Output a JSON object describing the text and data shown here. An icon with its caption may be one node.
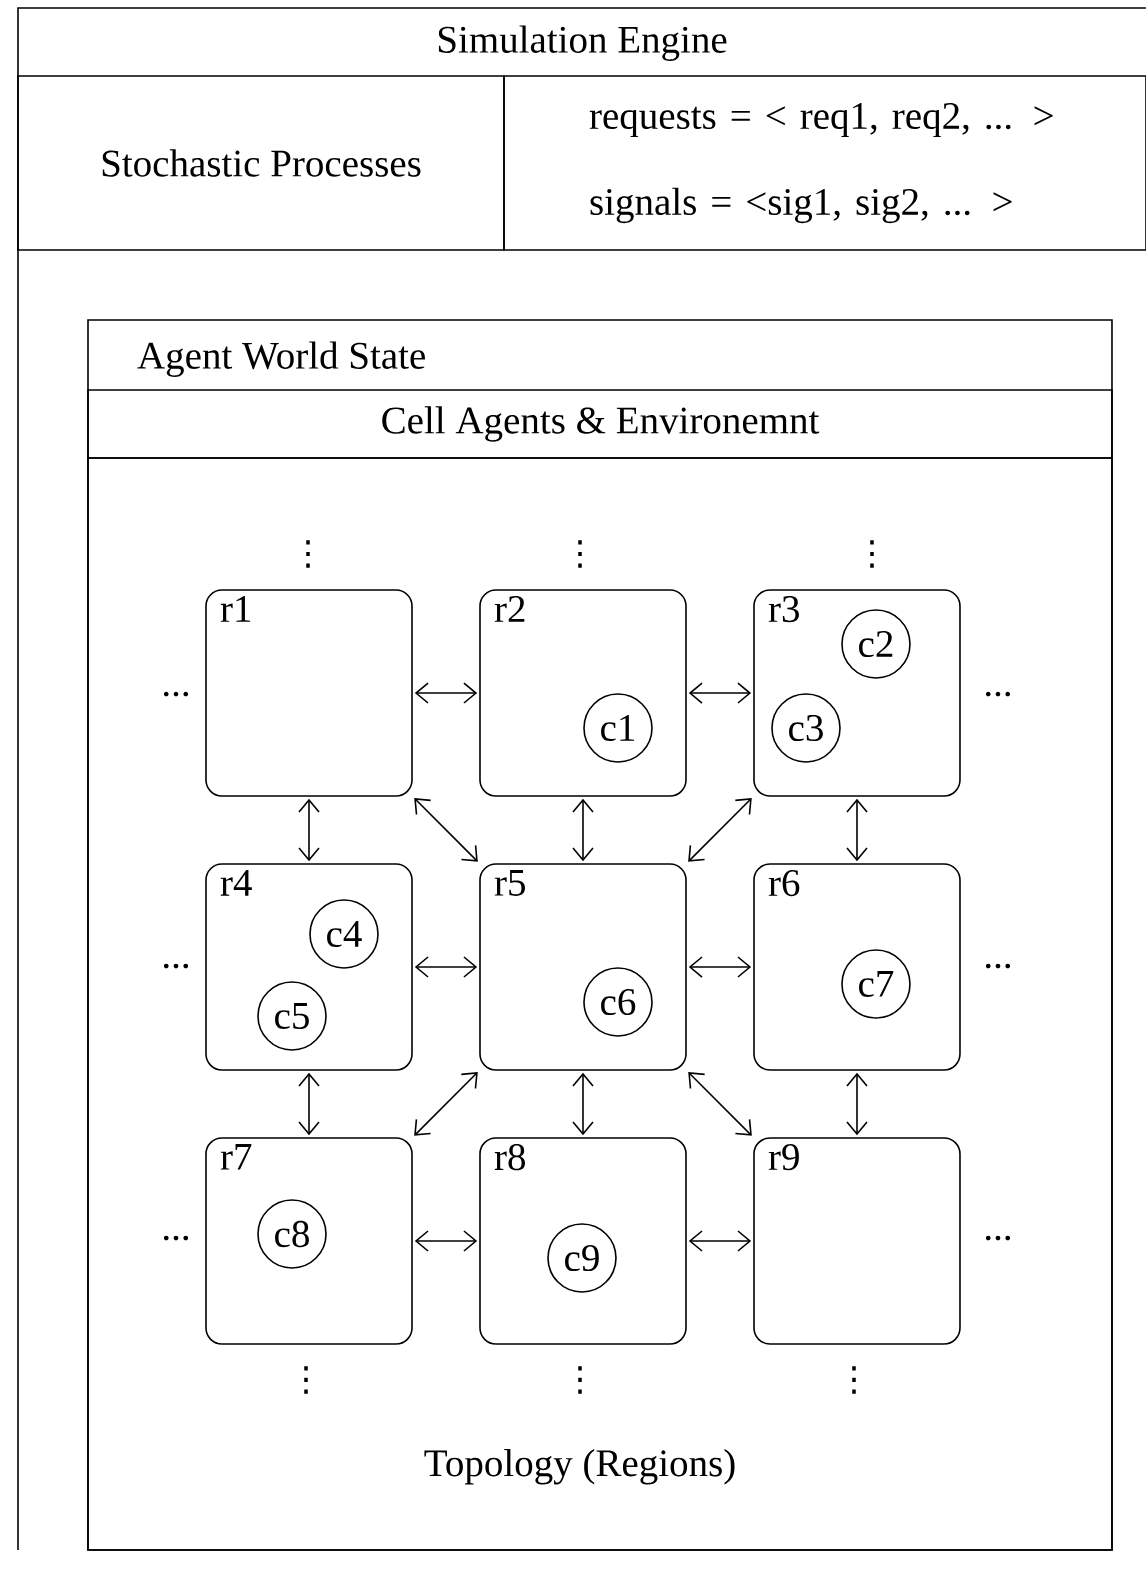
{
  "diagram": {
    "nodes": [
      {
        "text": [
          "Simulation Engine"
        ]
      },
      {
        "text": [
          "Stochastic Processes"
        ],
        "in": 0
      },
      {
        "text": [
          "requests = < req1, req2, ... >",
          "signals = <sig1, sig2, ... >"
        ],
        "in": 0
      },
      {
        "text": [
          "Agent World State"
        ],
        "in": 0
      },
      {
        "text": [
          "Cell Agents & Environemnt"
        ],
        "in": 3
      },
      {
        "text": [
          "Topology (Regions)"
        ],
        "in": 3
      },
      {
        "text": [
          "r1"
        ],
        "in": 5
      },
      {
        "text": [
          "r2"
        ],
        "in": 5
      },
      {
        "text": [
          "c1"
        ],
        "in": 7
      },
      {
        "text": [
          "r3"
        ],
        "in": 5
      },
      {
        "text": [
          "c2"
        ],
        "in": 9
      },
      {
        "text": [
          "c3"
        ],
        "in": 9
      },
      {
        "text": [
          "r4"
        ],
        "in": 5
      },
      {
        "text": [
          "c4"
        ],
        "in": 12
      },
      {
        "text": [
          "c5"
        ],
        "in": 12
      },
      {
        "text": [
          "r5"
        ],
        "in": 5
      },
      {
        "text": [
          "c6"
        ],
        "in": 15
      },
      {
        "text": [
          "r6"
        ],
        "in": 5
      },
      {
        "text": [
          "c7"
        ],
        "in": 17
      },
      {
        "text": [
          "r7"
        ],
        "in": 5
      },
      {
        "text": [
          "c8"
        ],
        "in": 19
      },
      {
        "text": [
          "r8"
        ],
        "in": 5
      },
      {
        "text": [
          "c9"
        ],
        "in": 21
      },
      {
        "text": [
          "r9"
        ],
        "in": 5
      }
    ],
    "edges": [
      {
        "from": 6,
        "to": 7,
        "arrow": "both"
      },
      {
        "from": 7,
        "to": 9,
        "arrow": "both"
      },
      {
        "from": 6,
        "to": 12,
        "arrow": "both"
      },
      {
        "from": 6,
        "to": 15,
        "arrow": "both"
      },
      {
        "from": 7,
        "to": 15,
        "arrow": "both"
      },
      {
        "from": 9,
        "to": 15,
        "arrow": "both"
      },
      {
        "from": 9,
        "to": 17,
        "arrow": "both"
      },
      {
        "from": 12,
        "to": 15,
        "arrow": "both"
      },
      {
        "from": 15,
        "to": 17,
        "arrow": "both"
      },
      {
        "from": 12,
        "to": 19,
        "arrow": "both"
      },
      {
        "from": 15,
        "to": 19,
        "arrow": "both"
      },
      {
        "from": 15,
        "to": 21,
        "arrow": "both"
      },
      {
        "from": 15,
        "to": 23,
        "arrow": "both"
      },
      {
        "from": 17,
        "to": 23,
        "arrow": "both"
      },
      {
        "from": 19,
        "to": 21,
        "arrow": "both"
      },
      {
        "from": 21,
        "to": 23,
        "arrow": "both"
      }
    ],
    "labels": [
      "⋮",
      "⋮",
      "⋮",
      "...",
      "...",
      "...",
      "...",
      "...",
      "...",
      "⋮",
      "⋮",
      "⋮"
    ]
  }
}
